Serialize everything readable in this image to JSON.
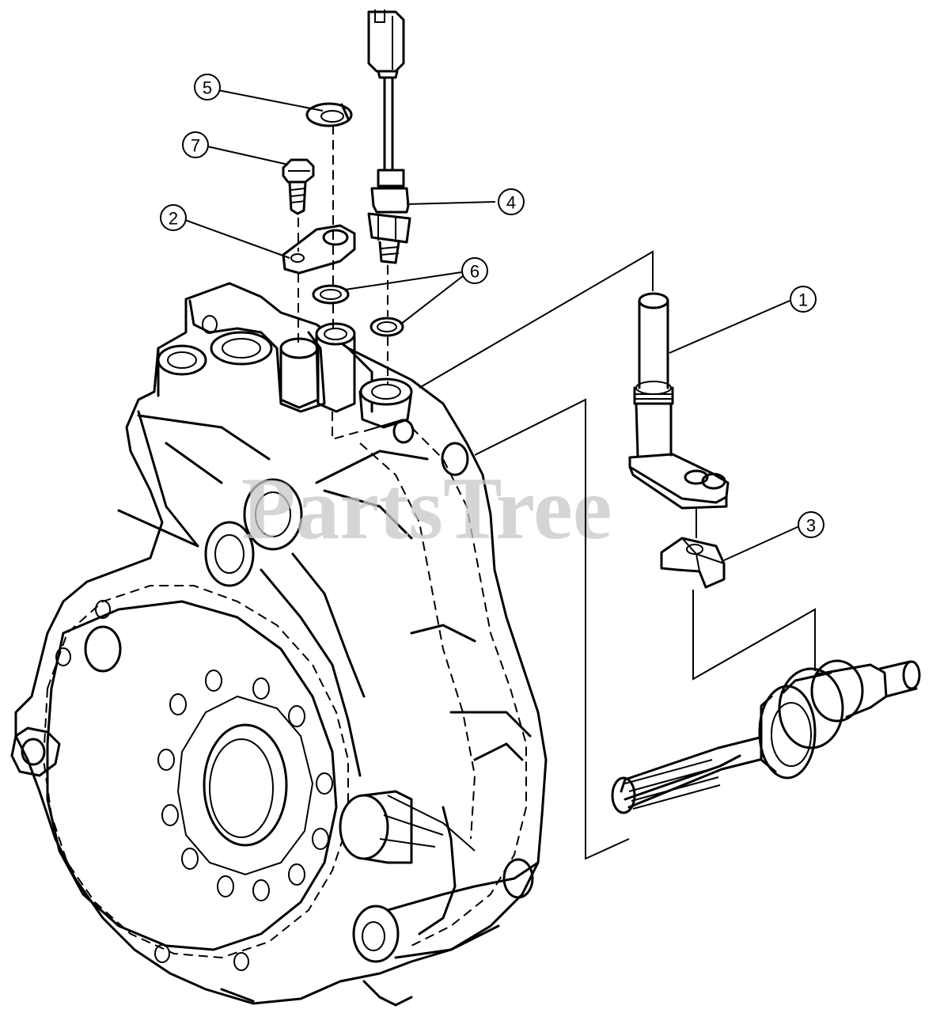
{
  "watermark": "PartsTree",
  "callouts": [
    {
      "id": "1",
      "label": "1"
    },
    {
      "id": "2",
      "label": "2"
    },
    {
      "id": "3",
      "label": "3"
    },
    {
      "id": "4",
      "label": "4"
    },
    {
      "id": "5",
      "label": "5"
    },
    {
      "id": "6",
      "label": "6"
    },
    {
      "id": "7",
      "label": "7"
    }
  ]
}
